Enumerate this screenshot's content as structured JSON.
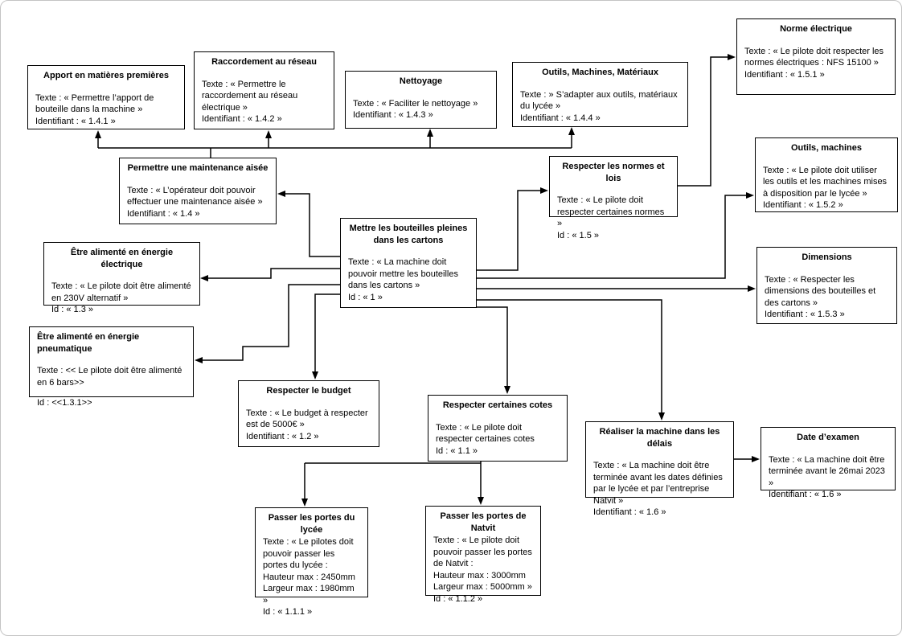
{
  "colors": {
    "background": "#ffffff",
    "box_border": "#000000",
    "connector": "#000000"
  },
  "diagram": {
    "boxes": [
      {
        "id": "apport-matieres-premieres",
        "title": "Apport en matières premières",
        "lines": [
          "Texte : « Permettre l’apport de bouteille dans la machine »",
          "Identifiant : « 1.4.1 »"
        ]
      },
      {
        "id": "raccordement-reseau",
        "title": "Raccordement au réseau",
        "lines": [
          "Texte : « Permettre le raccordement au réseau électrique »",
          "Identifiant : « 1.4.2 »"
        ]
      },
      {
        "id": "nettoyage",
        "title": "Nettoyage",
        "lines": [
          "Texte : « Faciliter le nettoyage »",
          "Identifiant : « 1.4.3 »"
        ]
      },
      {
        "id": "outils-machines-materiaux",
        "title": "Outils, Machines, Matériaux",
        "lines": [
          "Texte : » S’adapter aux outils, matériaux du lycée »",
          "Identifiant : « 1.4.4 »"
        ]
      },
      {
        "id": "norme-electrique",
        "title": "Norme électrique",
        "lines": [
          "Texte : « Le pilote doit respecter les normes électriques : NFS 15100 »",
          "Identifiant : « 1.5.1 »"
        ]
      },
      {
        "id": "maintenance-aisee",
        "title": "Permettre une maintenance aisée",
        "lines": [
          "Texte : « L’opérateur doit pouvoir effectuer une maintenance aisée »",
          "Identifiant : « 1.4 »"
        ]
      },
      {
        "id": "normes-et-lois",
        "title": "Respecter les normes et lois",
        "lines": [
          "Texte : « Le pilote doit respecter certaines normes »",
          "Id : « 1.5 »"
        ]
      },
      {
        "id": "outils-machines",
        "title": "Outils, machines",
        "lines": [
          "Texte : « Le pilote doit utiliser les outils et les machines mises à disposition par le lycée »",
          "Identifiant : « 1.5.2 »"
        ]
      },
      {
        "id": "mettre-bouteilles",
        "title": "Mettre les bouteilles pleines dans les cartons",
        "lines": [
          "Texte : « La machine doit pouvoir mettre les bouteilles dans les cartons »",
          "Id : « 1 »"
        ]
      },
      {
        "id": "energie-electrique",
        "title": "Être alimenté en énergie électrique",
        "lines": [
          "Texte : « Le pilote doit être alimenté en 230V alternatif »",
          "Id : « 1.3 »"
        ]
      },
      {
        "id": "dimensions",
        "title": "Dimensions",
        "lines": [
          "Texte : « Respecter les dimensions des bouteilles et des cartons »",
          "Identifiant : « 1.5.3 »"
        ]
      },
      {
        "id": "energie-pneumatique",
        "title": "Être alimenté en énergie pneumatique",
        "lines": [
          "Texte : << Le pilote doit être alimenté en 6 bars>>",
          "Id : <<1.3.1>>"
        ]
      },
      {
        "id": "respecter-budget",
        "title": "Respecter le budget",
        "lines": [
          "Texte : « Le budget à respecter est de 5000€ »",
          "Identifiant : « 1.2 »"
        ]
      },
      {
        "id": "respecter-certaines-cotes",
        "title": "Respecter certaines cotes",
        "lines": [
          "Texte : « Le pilote doit respecter certaines cotes",
          "Id : « 1.1 »"
        ]
      },
      {
        "id": "realiser-machine-delais",
        "title": "Réaliser la machine dans les délais",
        "lines": [
          "Texte : « La machine doit être terminée avant les dates définies par le lycée et par l’entreprise Natvit »",
          "Identifiant : « 1.6 »"
        ]
      },
      {
        "id": "date-examen",
        "title": "Date d’examen",
        "lines": [
          "Texte : « La machine doit être terminée avant le 26mai 2023 »",
          "Identifiant : « 1.6 »"
        ]
      },
      {
        "id": "portes-lycee",
        "title": "Passer les portes du lycée",
        "lines": [
          "Texte : « Le pilotes doit pouvoir passer les portes du lycée :",
          "Hauteur max : 2450mm",
          "Largeur max : 1980mm »",
          "Id : « 1.1.1 »"
        ]
      },
      {
        "id": "portes-natvit",
        "title": "Passer les portes de Natvit",
        "lines": [
          "Texte : « Le pilote doit pouvoir passer les portes de Natvit :",
          "Hauteur max : 3000mm",
          "Largeur max : 5000mm »",
          "Id : « 1.1.2 »"
        ]
      }
    ]
  }
}
